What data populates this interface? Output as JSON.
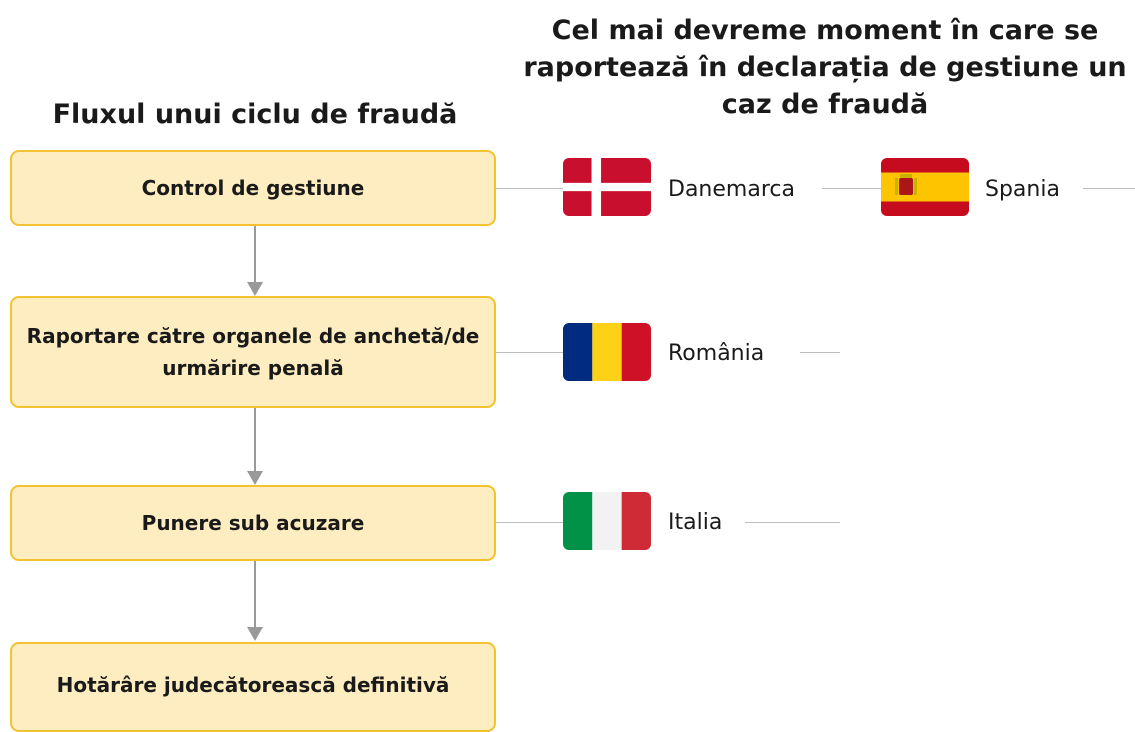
{
  "headings": {
    "flow": "Fluxul unui ciclu de fraudă",
    "earliest": "Cel mai devreme moment în care se raportează în declarația de gestiune un caz de fraudă"
  },
  "steps": [
    {
      "label": "Control de gestiune"
    },
    {
      "label": "Raportare către organele de anchetă/de urmărire penală"
    },
    {
      "label": "Punere sub acuzare"
    },
    {
      "label": "Hotărâre judecătorească definitivă"
    }
  ],
  "countries": {
    "denmark": {
      "name": "Danemarca",
      "flag_icon": "denmark-flag-icon",
      "colors": [
        "#c8102e",
        "#ffffff"
      ]
    },
    "spain": {
      "name": "Spania",
      "flag_icon": "spain-flag-icon",
      "colors": [
        "#c60b1e",
        "#ffc400"
      ]
    },
    "romania": {
      "name": "România",
      "flag_icon": "romania-flag-icon",
      "colors": [
        "#002b7f",
        "#fcd116",
        "#ce1126"
      ]
    },
    "italy": {
      "name": "Italia",
      "flag_icon": "italy-flag-icon",
      "colors": [
        "#009246",
        "#f1f2f1",
        "#ce2b37"
      ]
    }
  },
  "colors": {
    "step_fill": "#fdedc0",
    "step_border": "#f2c230",
    "arrow": "#999999",
    "connector": "#bdbdbd"
  }
}
